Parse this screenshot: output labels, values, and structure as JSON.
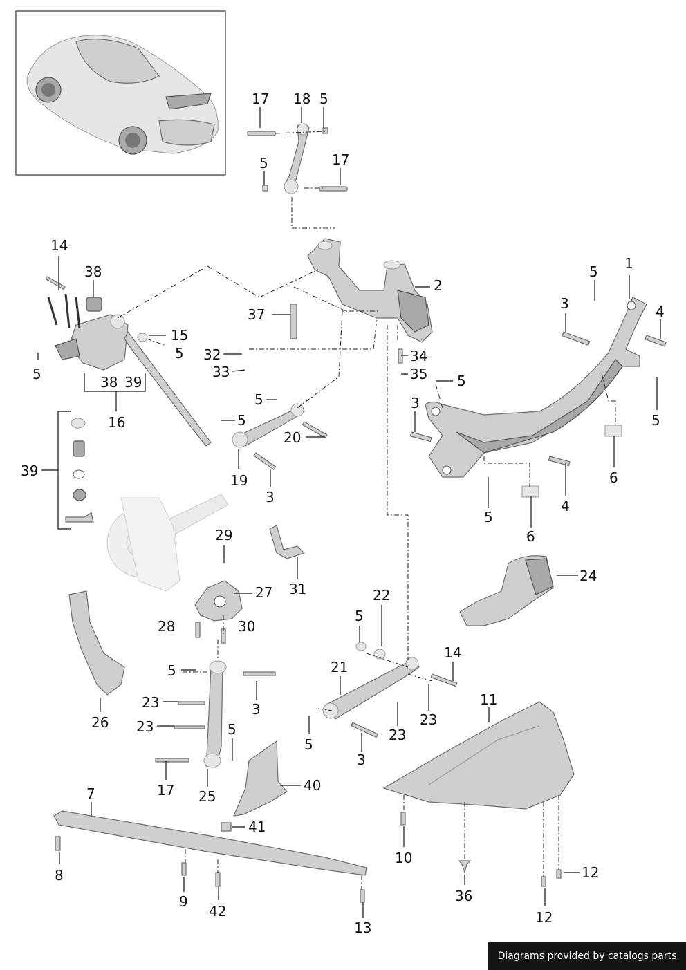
{
  "diagram": {
    "callouts": [
      {
        "id": "c17a",
        "label": "17"
      },
      {
        "id": "c18",
        "label": "18"
      },
      {
        "id": "c5a",
        "label": "5"
      },
      {
        "id": "c5b",
        "label": "5"
      },
      {
        "id": "c17b",
        "label": "17"
      },
      {
        "id": "c14a",
        "label": "14"
      },
      {
        "id": "c38a",
        "label": "38"
      },
      {
        "id": "c15",
        "label": "15"
      },
      {
        "id": "c5c",
        "label": "5"
      },
      {
        "id": "c5d",
        "label": "5"
      },
      {
        "id": "c38b",
        "label": "38"
      },
      {
        "id": "c39a",
        "label": "39"
      },
      {
        "id": "c16",
        "label": "16"
      },
      {
        "id": "c39b",
        "label": "39"
      },
      {
        "id": "c2",
        "label": "2"
      },
      {
        "id": "c37",
        "label": "37"
      },
      {
        "id": "c32",
        "label": "32"
      },
      {
        "id": "c33",
        "label": "33"
      },
      {
        "id": "c34",
        "label": "34"
      },
      {
        "id": "c35",
        "label": "35"
      },
      {
        "id": "c5e",
        "label": "5"
      },
      {
        "id": "c5f",
        "label": "5"
      },
      {
        "id": "c20",
        "label": "20"
      },
      {
        "id": "c19",
        "label": "19"
      },
      {
        "id": "c3a",
        "label": "3"
      },
      {
        "id": "c1",
        "label": "1"
      },
      {
        "id": "c5g",
        "label": "5"
      },
      {
        "id": "c3b",
        "label": "3"
      },
      {
        "id": "c4a",
        "label": "4"
      },
      {
        "id": "c5h",
        "label": "5"
      },
      {
        "id": "c5i",
        "label": "5"
      },
      {
        "id": "c3c",
        "label": "3"
      },
      {
        "id": "c6a",
        "label": "6"
      },
      {
        "id": "c4b",
        "label": "4"
      },
      {
        "id": "c5j",
        "label": "5"
      },
      {
        "id": "c6b",
        "label": "6"
      },
      {
        "id": "c29",
        "label": "29"
      },
      {
        "id": "c27",
        "label": "27"
      },
      {
        "id": "c31",
        "label": "31"
      },
      {
        "id": "c28",
        "label": "28"
      },
      {
        "id": "c30",
        "label": "30"
      },
      {
        "id": "c24",
        "label": "24"
      },
      {
        "id": "c26",
        "label": "26"
      },
      {
        "id": "c22",
        "label": "22"
      },
      {
        "id": "c5k",
        "label": "5"
      },
      {
        "id": "c21",
        "label": "21"
      },
      {
        "id": "c14b",
        "label": "14"
      },
      {
        "id": "c5l",
        "label": "5"
      },
      {
        "id": "c3d",
        "label": "3"
      },
      {
        "id": "c23a",
        "label": "23"
      },
      {
        "id": "c23b",
        "label": "23"
      },
      {
        "id": "c5m",
        "label": "5"
      },
      {
        "id": "c3e",
        "label": "3"
      },
      {
        "id": "c23c",
        "label": "23"
      },
      {
        "id": "c23d",
        "label": "23"
      },
      {
        "id": "c5n",
        "label": "5"
      },
      {
        "id": "c17c",
        "label": "17"
      },
      {
        "id": "c25",
        "label": "25"
      },
      {
        "id": "c40",
        "label": "40"
      },
      {
        "id": "c41",
        "label": "41"
      },
      {
        "id": "c11",
        "label": "11"
      },
      {
        "id": "c7",
        "label": "7"
      },
      {
        "id": "c8",
        "label": "8"
      },
      {
        "id": "c9",
        "label": "9"
      },
      {
        "id": "c42",
        "label": "42"
      },
      {
        "id": "c13",
        "label": "13"
      },
      {
        "id": "c10",
        "label": "10"
      },
      {
        "id": "c36",
        "label": "36"
      },
      {
        "id": "c12a",
        "label": "12"
      },
      {
        "id": "c12b",
        "label": "12"
      }
    ]
  },
  "footer": {
    "credit": "Diagrams provided by catalogs parts"
  }
}
